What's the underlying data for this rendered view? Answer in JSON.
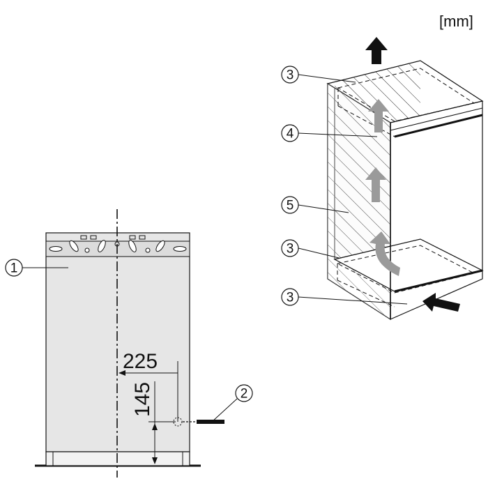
{
  "units_label": "[mm]",
  "dimensions": {
    "horizontal": "225",
    "vertical": "145"
  },
  "callouts": {
    "c1": "1",
    "c2": "2",
    "c3_top": "3",
    "c3_mid": "3",
    "c3_bottom": "3",
    "c4": "4",
    "c5": "5"
  },
  "colors": {
    "panel_fill": "#e6e6e6",
    "line": "#111111",
    "arrow_gray": "#9a9a9a",
    "hatch_fill": "#f4f4f4"
  },
  "icons": [
    "airflow-arrow-icon",
    "dark-arrow-icon",
    "mounting-bracket-icon"
  ]
}
